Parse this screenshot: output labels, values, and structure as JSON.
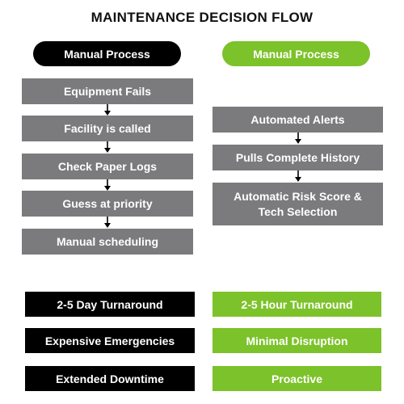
{
  "title": "MAINTENANCE DECISION FLOW",
  "columns": {
    "left": {
      "header": "Manual Process",
      "header_color": "#000000"
    },
    "right": {
      "header": "Manual Process",
      "header_color": "#7cc22a"
    }
  },
  "left_steps": [
    "Equipment Fails",
    "Facility is called",
    "Check Paper Logs",
    "Guess at priority",
    "Manual scheduling"
  ],
  "right_steps": [
    "Automated Alerts",
    "Pulls Complete History",
    "Automatic Risk Score & Tech Selection"
  ],
  "left_outcomes": [
    "2-5 Day Turnaround",
    "Expensive Emergencies",
    "Extended Downtime"
  ],
  "right_outcomes": [
    "2-5 Hour Turnaround",
    "Minimal Disruption",
    "Proactive"
  ],
  "colors": {
    "step_gray": "#7b7b7d",
    "accent_green": "#7cc22a",
    "dark": "#000000"
  }
}
